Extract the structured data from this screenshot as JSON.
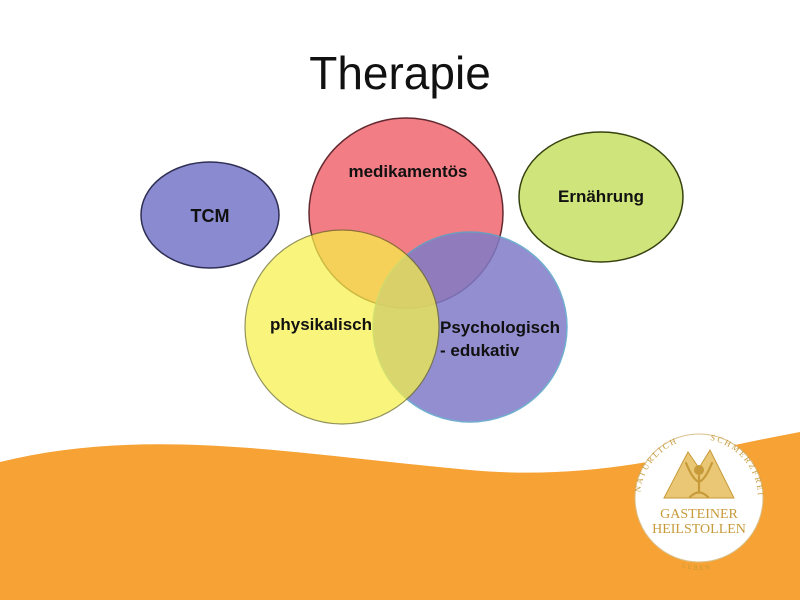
{
  "title": "Therapie",
  "nodes": {
    "tcm": "TCM",
    "medikamentoes": "medikamentös",
    "ernaehrung": "Ernährung",
    "physikalisch": "physikalisch",
    "psychologisch_line1": "Psychologisch",
    "psychologisch_line2": "- edukativ"
  },
  "logo": {
    "arc_top_left": "NATÜRLICH",
    "arc_top_right": "SCHMERZFREI",
    "name_line1": "GASTEINER",
    "name_line2": "HEILSTOLLEN",
    "arc_bottom": "LEBEN"
  },
  "colors": {
    "tcm": "#8a8ad0",
    "medikamentoes": "#f2777f",
    "ernaehrung": "#cfe47a",
    "physikalisch": "#f5f06a",
    "psychologisch": "#8c88cc",
    "wave_orange": "#f6a234",
    "logo_gold": "#c79a3a"
  }
}
